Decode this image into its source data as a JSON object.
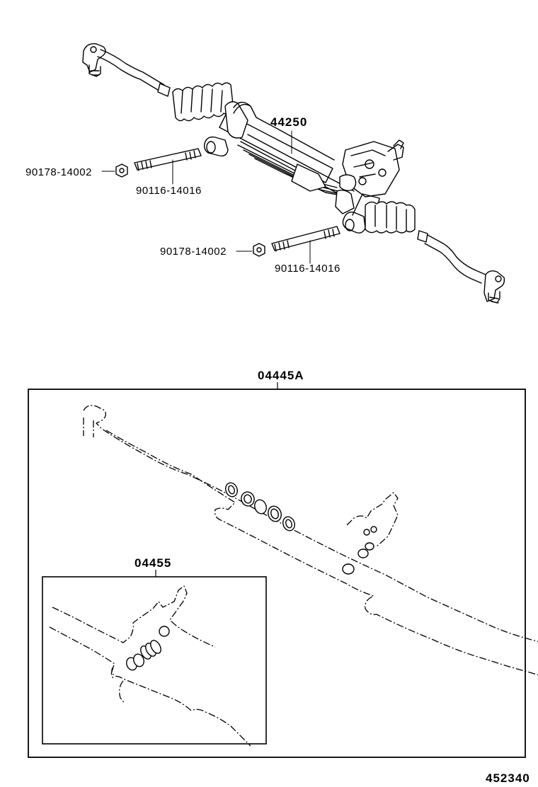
{
  "labels": {
    "gear_assembly": "44250",
    "nut_upper": "90178-14002",
    "bolt_upper": "90116-14016",
    "nut_lower": "90178-14002",
    "bolt_lower": "90116-14016",
    "gasket_kit": "04445A",
    "seal_kit": "04455",
    "illustration_number": "452340"
  },
  "colors": {
    "ink": "#000000",
    "paper": "#ffffff"
  }
}
